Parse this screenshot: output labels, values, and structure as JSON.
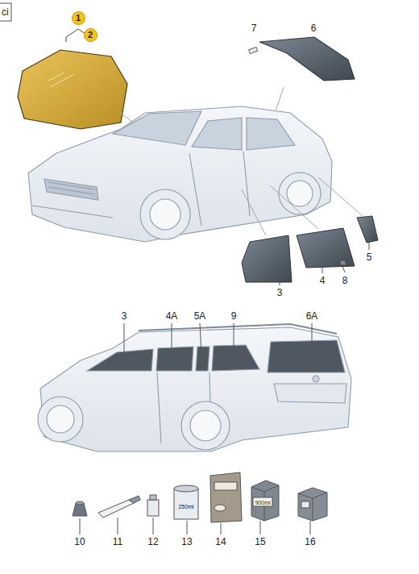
{
  "diagram": {
    "nodes": [
      {
        "text": [
          "1"
        ]
      },
      {
        "text": [
          "2"
        ]
      }
    ],
    "labels": [
      "ci",
      "7",
      "6",
      "3",
      "4",
      "8",
      "5",
      "3",
      "4A",
      "5A",
      "9",
      "6A",
      "10",
      "11",
      "12",
      "13",
      "14",
      "15",
      "16",
      "250ml",
      "900ml"
    ]
  }
}
